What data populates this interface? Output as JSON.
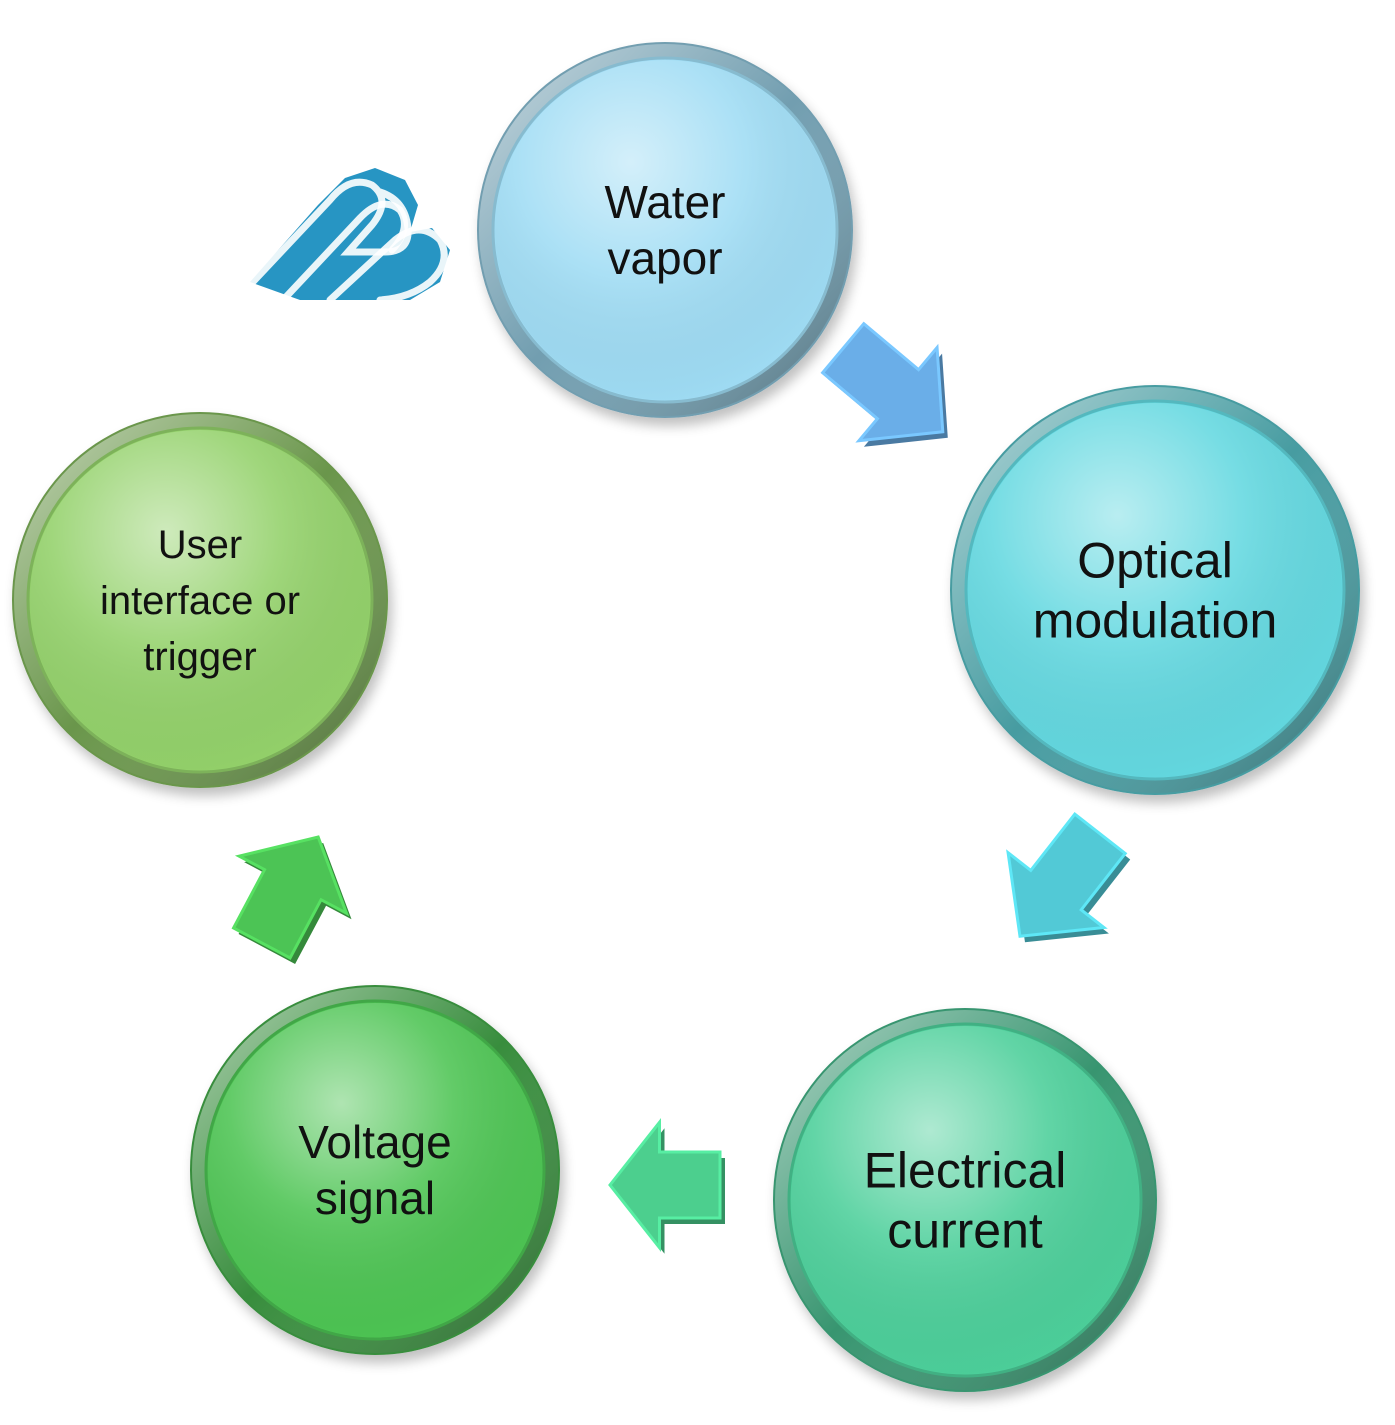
{
  "diagram": {
    "nodes": [
      {
        "id": "water-vapor",
        "lines": [
          "Water",
          "vapor"
        ],
        "color": "#9fdcf4"
      },
      {
        "id": "optical-modulation",
        "lines": [
          "Optical",
          "modulation"
        ],
        "color": "#63d8e0"
      },
      {
        "id": "electrical-current",
        "lines": [
          "Electrical",
          "current"
        ],
        "color": "#4ccf9a"
      },
      {
        "id": "voltage-signal",
        "lines": [
          "Voltage",
          "signal"
        ],
        "color": "#4dc453"
      },
      {
        "id": "user-interface",
        "lines": [
          "User",
          "interface or",
          "trigger"
        ],
        "color": "#93d16a"
      }
    ],
    "arrows": [
      {
        "from": "water-vapor",
        "to": "optical-modulation",
        "color": "#6aaee8"
      },
      {
        "from": "optical-modulation",
        "to": "electrical-current",
        "color": "#52c9d6"
      },
      {
        "from": "electrical-current",
        "to": "voltage-signal",
        "color": "#4ccf8e"
      },
      {
        "from": "voltage-signal",
        "to": "user-interface",
        "color": "#4cc455"
      }
    ],
    "icon": {
      "name": "water-vapor-icon",
      "color": "#1b8fc0"
    }
  }
}
